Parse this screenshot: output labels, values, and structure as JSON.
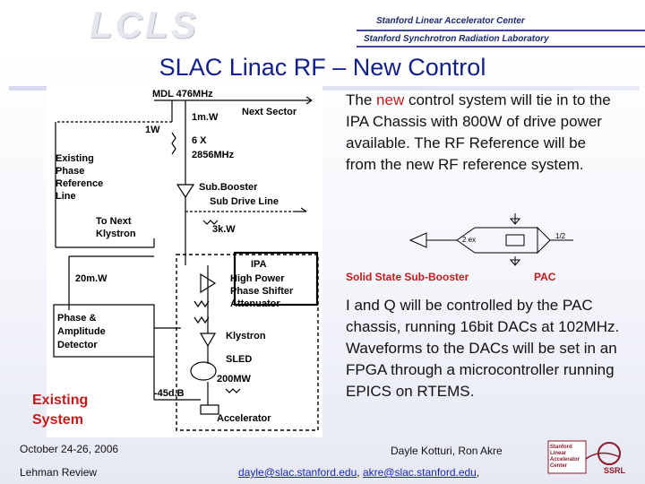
{
  "header": {
    "logo_text": "LCLS",
    "lab_name_1": "Stanford Linear Accelerator Center",
    "lab_name_2": "Stanford Synchrotron Radiation Laboratory"
  },
  "slide": {
    "title": "SLAC Linac RF – New Control"
  },
  "diagram": {
    "labels": {
      "mdl": "MDL 476MHz",
      "next_sector": "Next Sector",
      "one_w": "1W",
      "one_mw": "1m.W",
      "six_x": "6 X",
      "freq": "2856MHz",
      "existing_phase_1": "Existing",
      "existing_phase_2": "Phase",
      "existing_phase_3": "Reference",
      "existing_phase_4": "Line",
      "subbooster": "Sub.Booster",
      "sub_drive": "Sub Drive Line",
      "to_next_1": "To Next",
      "to_next_2": "Klystron",
      "three_kw": "3k.W",
      "ipa": "IPA",
      "hpps_1": "High Power",
      "hpps_2": "Phase Shifter",
      "attenuator": "Attenuator",
      "twenty_mw": "20m.W",
      "pad_1": "Phase &",
      "pad_2": "Amplitude",
      "pad_3": "Detector",
      "klystron": "Klystron",
      "sled": "SLED",
      "two_hundred_mw": "200MW",
      "minus45": "-45d.B",
      "accelerator": "Accelerator"
    },
    "existing_system_1": "Existing",
    "existing_system_2": "System"
  },
  "content": {
    "para1_before": "The ",
    "para1_highlight": "new",
    "para1_after": " control system will tie in to the IPA Chassis with 800W of drive power available. The RF Reference will be from the new RF reference system.",
    "pac_diag_1": "2 ex",
    "pac_diag_2": "1/2",
    "sub_booster_label": "Solid State Sub-Booster",
    "pac_label": "PAC",
    "para2": "I and Q will be controlled by the PAC chassis, running 16bit DACs at 102MHz.  Waveforms to the DACs will be set in an FPGA through a microcontroller running EPICS on RTEMS."
  },
  "footer": {
    "date": "October 24-26, 2006",
    "review": "Lehman Review",
    "authors": "Dayle Kotturi, Ron Akre",
    "email1": "dayle@slac.stanford.edu",
    "separator": ", ",
    "email2": "akre@slac.stanford.edu",
    "trailing": ",",
    "badge_1": "Stanford",
    "badge_2": "Linear",
    "badge_3": "Accelerator",
    "badge_4": "Center",
    "badge_ssrl": "SSRL"
  },
  "colors": {
    "title": "#14208a",
    "highlight": "#c41a1a",
    "link": "#1a2aa8"
  }
}
